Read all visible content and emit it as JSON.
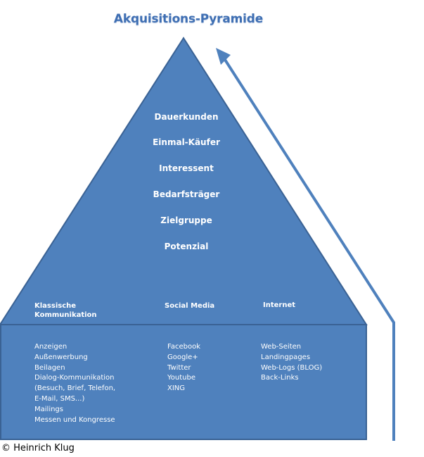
{
  "title": "Akquisitions-Pyramide",
  "levels": [
    "Dauerkunden",
    "Einmal-Käufer",
    "Interessent",
    "Bedarfsträger",
    "Zielgruppe",
    "Potenzial"
  ],
  "columns": [
    {
      "heading_line1": "Klassische",
      "heading_line2": "Kommunikation",
      "items": [
        "Anzeigen",
        "Außenwerbung",
        "Beilagen",
        "Dialog-Kommunikation",
        "(Besuch, Brief, Telefon,",
        "E-Mail, SMS...)",
        "Mailings",
        "Messen und Kongresse"
      ]
    },
    {
      "heading_line1": "Social Media",
      "heading_line2": "",
      "items": [
        "Facebook",
        "Google+",
        "Twitter",
        "Youtube",
        "XING"
      ]
    },
    {
      "heading_line1": "Internet",
      "heading_line2": "",
      "items": [
        "Web-Seiten",
        "Landingpages",
        "Web-Logs (BLOG)",
        "Back-Links"
      ]
    }
  ],
  "copyright": "© Heinrich Klug",
  "colors": {
    "pyramid": "#4f81bd",
    "outline": "#3a6294",
    "arrow": "#4f81bd",
    "title": "#3f6fb3"
  }
}
